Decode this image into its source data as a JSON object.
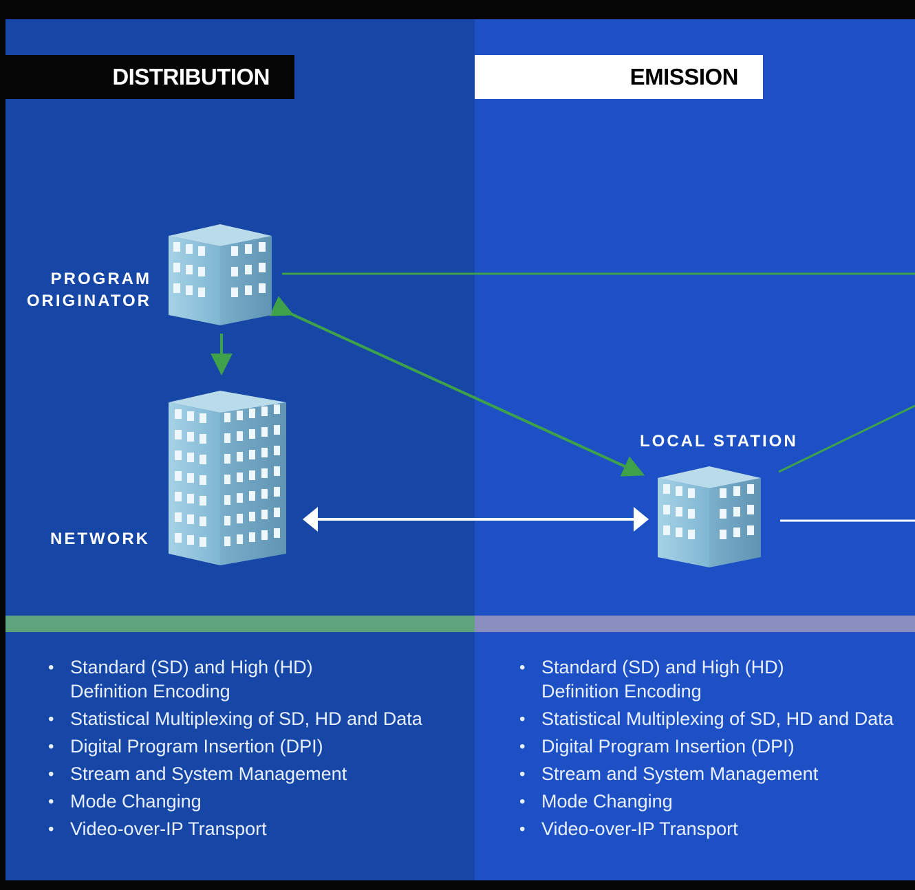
{
  "headers": {
    "distribution": "DISTRIBUTION",
    "emission": "EMISSION"
  },
  "nodes": {
    "program_originator_line1": "PROGRAM",
    "program_originator_line2": "ORIGINATOR",
    "network": "NETWORK",
    "local_station": "LOCAL STATION"
  },
  "features_left": [
    "Standard (SD) and High (HD)",
    "Definition Encoding",
    "Statistical Multiplexing of SD, HD and Data",
    "Digital Program Insertion (DPI)",
    "Stream and System Management",
    "Mode Changing",
    "Video-over-IP Transport"
  ],
  "features_right": [
    "Standard (SD) and High (HD)",
    "Definition Encoding",
    "Statistical Multiplexing of SD, HD and Data",
    "Digital Program Insertion (DPI)",
    "Stream and System Management",
    "Mode Changing",
    "Video-over-IP Transport"
  ],
  "colors": {
    "panel_left": "#1646a6",
    "panel_right": "#1d50c4",
    "band_left": "#5ea57d",
    "band_right": "#8a8fc0",
    "arrow_green": "#3fa24a",
    "arrow_white": "#ffffff",
    "building_face": "#7fb6d2"
  }
}
